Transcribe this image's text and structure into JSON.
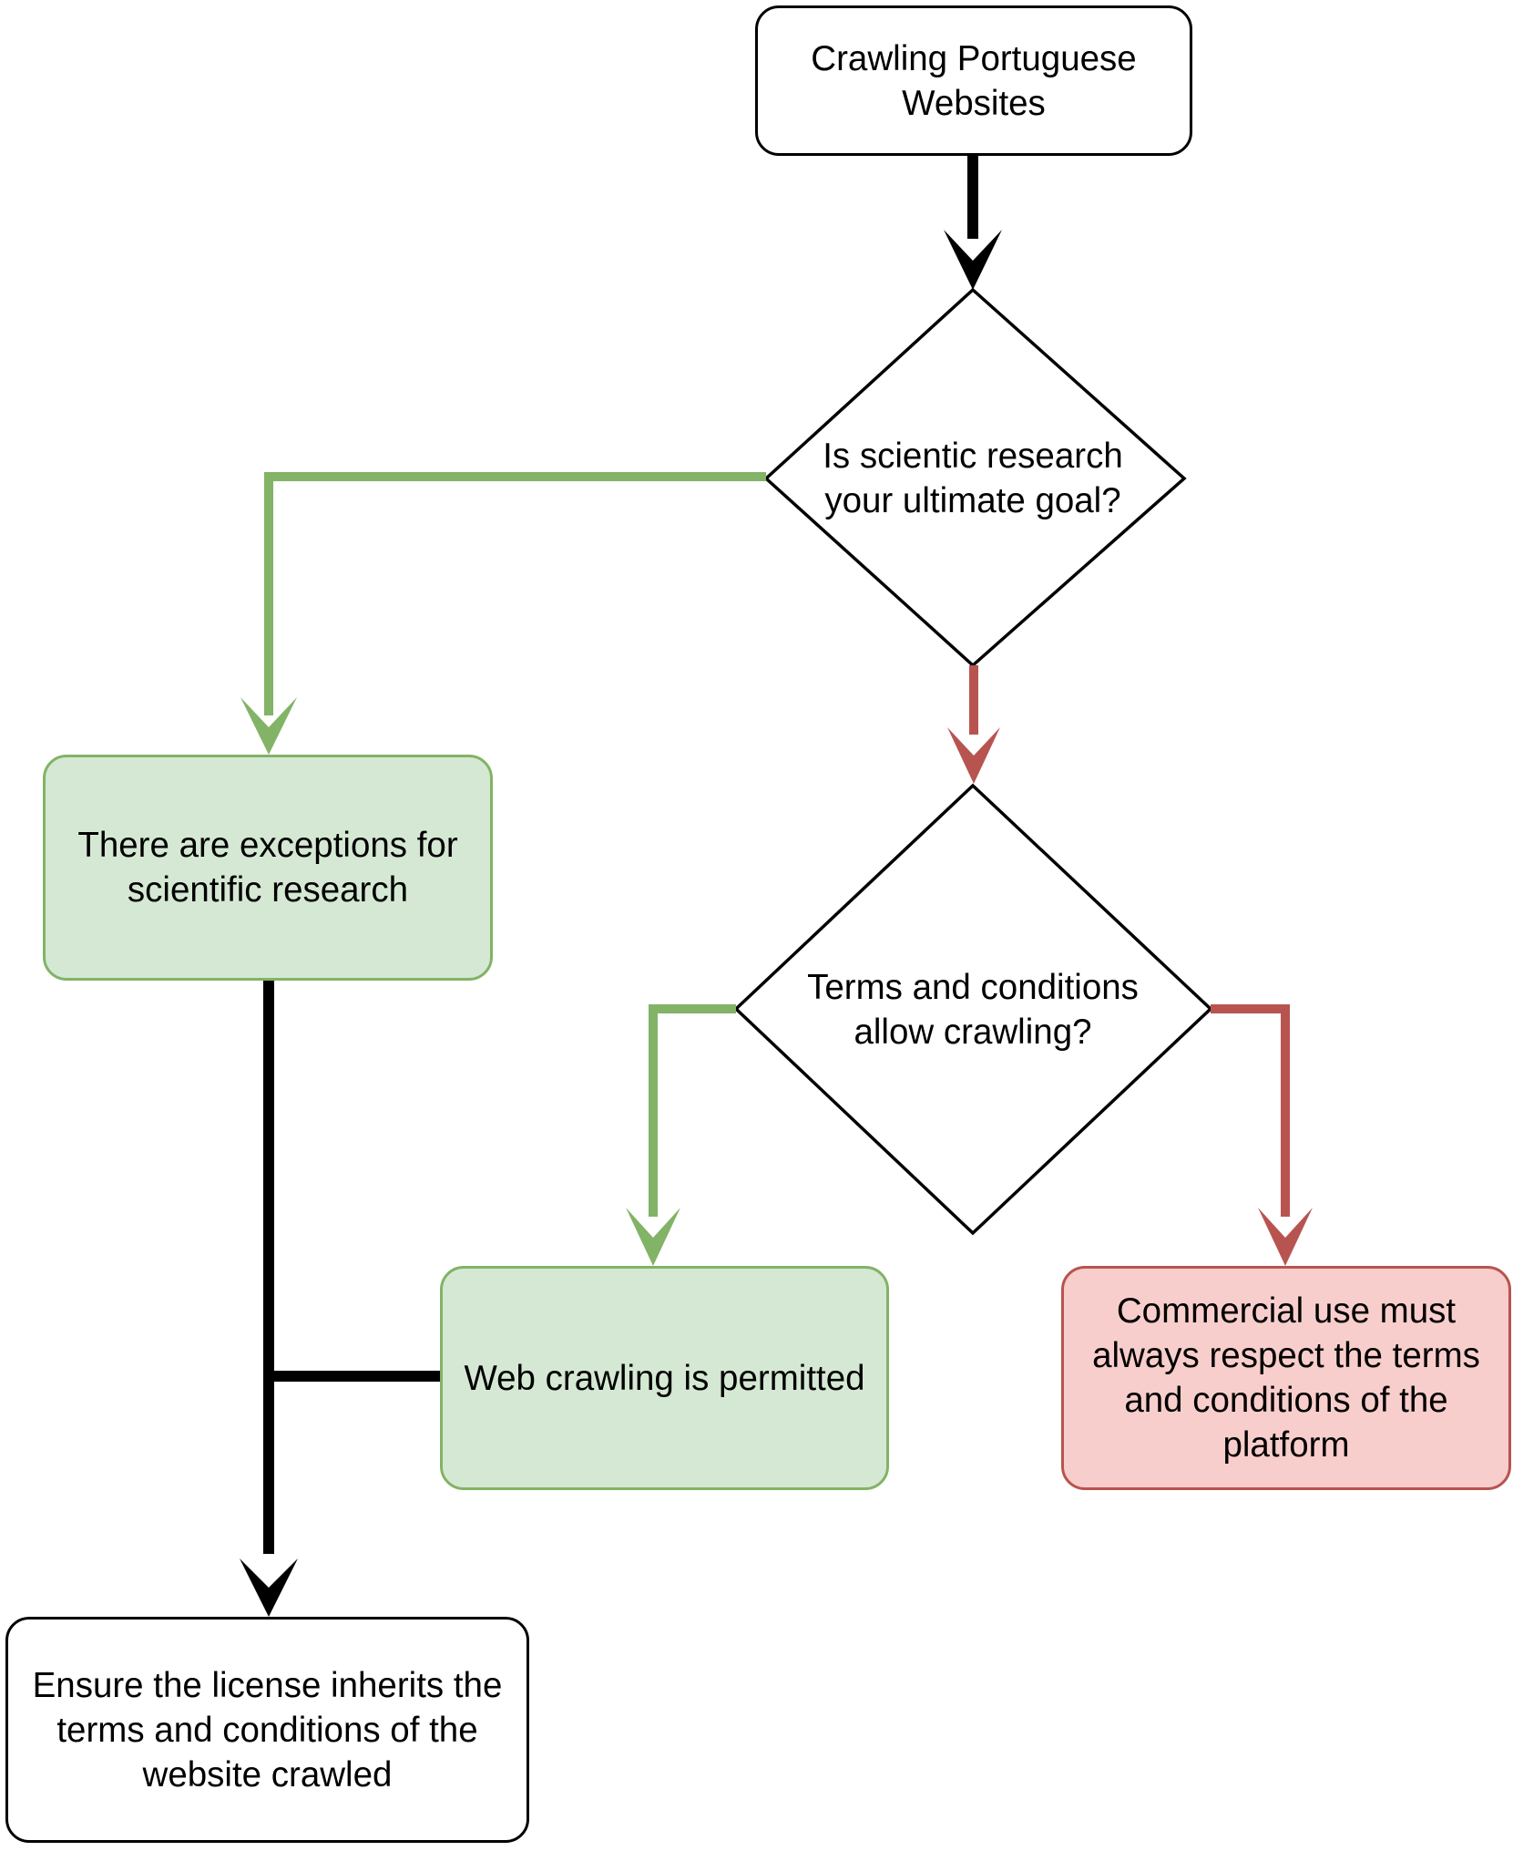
{
  "colors": {
    "green_fill": "#d5e8d4",
    "green_stroke": "#82b366",
    "red_fill": "#f8cecc",
    "red_stroke": "#b85450",
    "black": "#000000"
  },
  "nodes": {
    "start": "Crawling Portuguese\nWebsites",
    "decision_research": "Is scientic research\nyour ultimate goal?",
    "research_exceptions": "There are exceptions for\nscientific research",
    "decision_terms": "Terms and conditions\nallow crawling?",
    "crawling_permitted": "Web crawling is permitted",
    "commercial_use": "Commercial use must\nalways respect the terms\nand conditions of the\nplatform",
    "ensure_license": "Ensure the license inherits the\nterms and conditions of the\nwebsite crawled"
  }
}
